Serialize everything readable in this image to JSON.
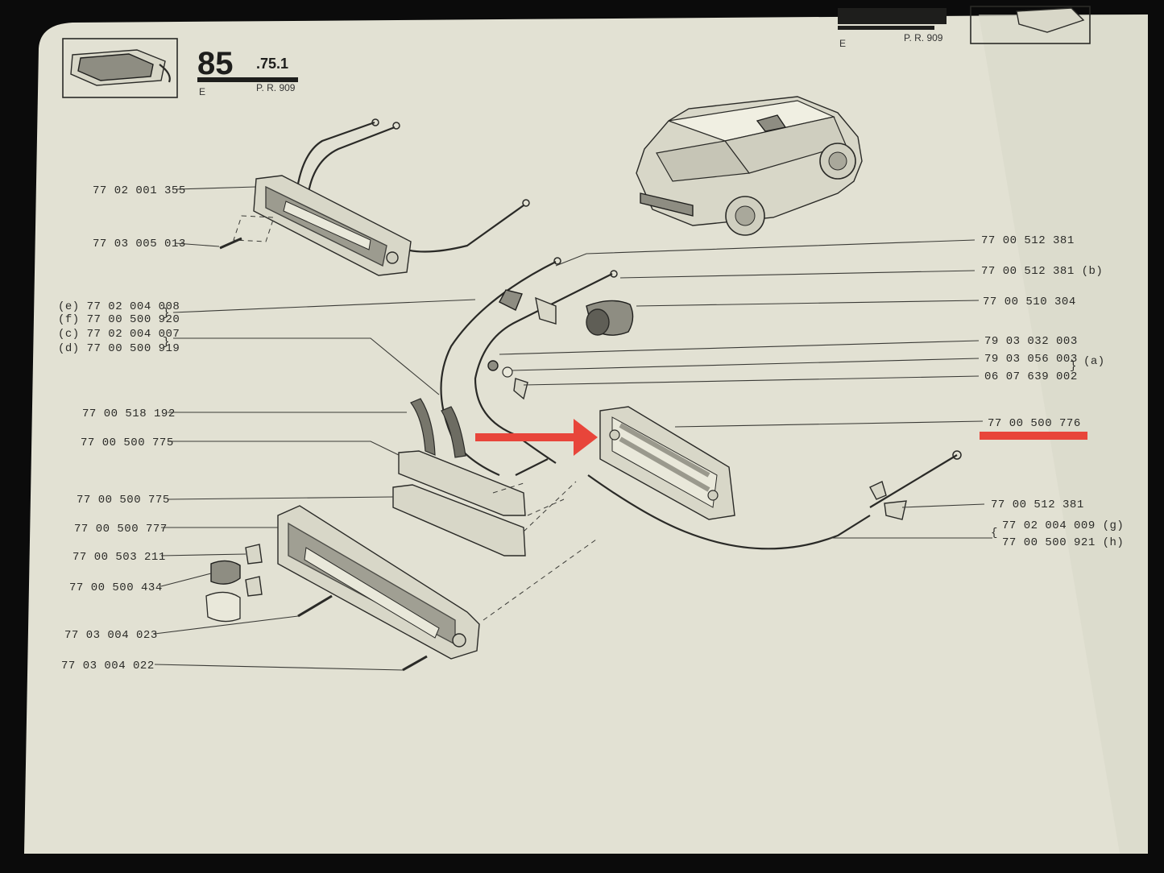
{
  "header_left": {
    "number_main": "85",
    "number_suffix": ".75.1",
    "code_e": "E",
    "code_pr": "P. R. 909"
  },
  "header_right": {
    "code_e": "E",
    "code_pr": "P. R. 909"
  },
  "labels_left": {
    "l1": "77 02 001 355",
    "l2": "77 03 005 013",
    "l3": "(e) 77 02 004 008",
    "l4": "(f) 77 00 500 920",
    "l5": "(c) 77 02 004 007",
    "l6": "(d) 77 00 500 919",
    "l7": "77 00 518 192",
    "l8": "77 00 500 775",
    "l9": "77 00 500 775",
    "l10": "77 00 500 777",
    "l11": "77 00 503 211",
    "l12": "77 00 500 434",
    "l13": "77 03 004 023",
    "l14": "77 03 004 022"
  },
  "labels_right": {
    "r1": "77 00 512 381",
    "r2": "77 00 512 381 (b)",
    "r3": "77 00 510 304",
    "r4": "79 03 032 003",
    "r5": "79 03 056 003",
    "r6": "06 07 639 002",
    "r6_group": "(a)",
    "r7": "77 00 500 776",
    "r8": "77 00 512 381",
    "r9": "77 02 004 009 (g)",
    "r10": "77 00 500 921 (h)"
  },
  "colors": {
    "page": "#e2e1d3",
    "ink": "#2b2b28",
    "highlight": "#e8453a"
  }
}
